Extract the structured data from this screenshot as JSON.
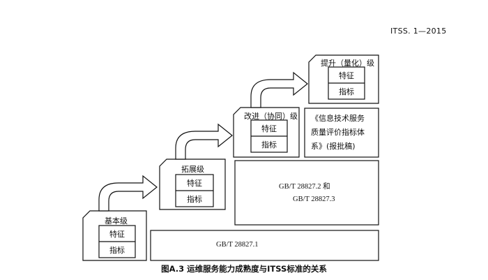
{
  "header": {
    "doc_code": "ITSS. 1—2015"
  },
  "levels": [
    {
      "name": "基本级",
      "feature": "特征",
      "indicator": "指标"
    },
    {
      "name": "拓展级",
      "feature": "特征",
      "indicator": "指标"
    },
    {
      "name": "改进（协同）级",
      "feature": "特征",
      "indicator": "指标"
    },
    {
      "name": "提升（量化）级",
      "feature": "特征",
      "indicator": "指标"
    }
  ],
  "standards": {
    "gb_1": "GB/T 28827.1",
    "gb_2_line1": "GB/T 28827.2 和",
    "gb_2_line2": "GB/T 28827.3",
    "draft_line1": "《信息技术服务",
    "draft_line2": "质量评价指标体",
    "draft_line3": "系》(报批稿)"
  },
  "caption": "图A.3  运维服务能力成熟度与ITSS标准的关系"
}
